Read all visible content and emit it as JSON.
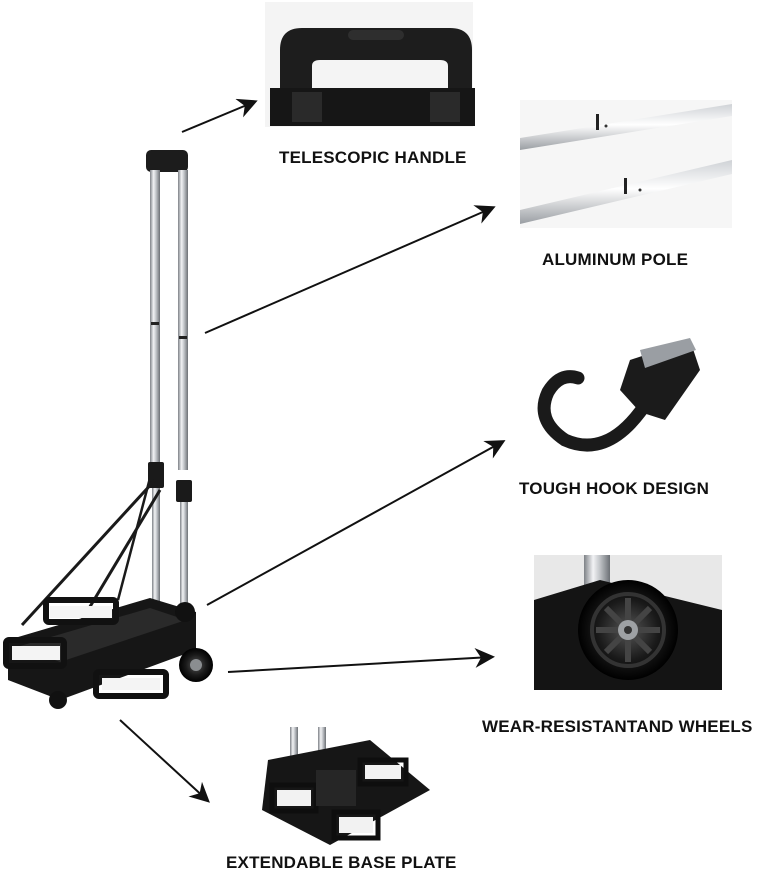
{
  "features": [
    {
      "label": "TELESCOPIC HANDLE"
    },
    {
      "label": "ALUMINUM POLE"
    },
    {
      "label": "TOUGH HOOK DESIGN"
    },
    {
      "label": "WEAR-RESISTANTAND WHEELS"
    },
    {
      "label": "EXTENDABLE BASE PLATE"
    }
  ],
  "colors": {
    "frame": "#1b1b1b",
    "pole": "#c9ccd0",
    "arrow": "#111111",
    "text": "#111111"
  }
}
